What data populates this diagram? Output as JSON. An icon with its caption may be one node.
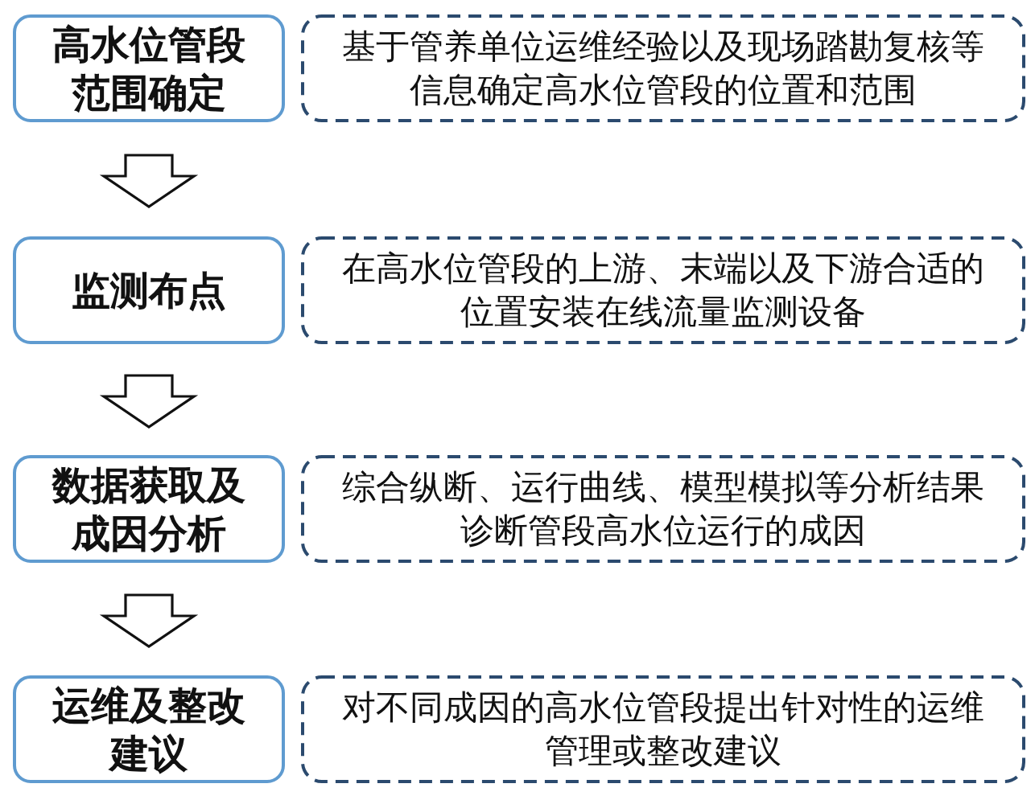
{
  "diagram": {
    "nodes": [
      {
        "text": [
          "高水位管段范围确定"
        ]
      },
      {
        "text": [
          "基于管养单位运维经验以及现场踏勘复核等信息确定高水位管段的位置和范围"
        ]
      },
      {
        "text": [
          "监测布点"
        ]
      },
      {
        "text": [
          "在高水位管段的上游、末端以及下游合适的位置安装在线流量监测设备"
        ]
      },
      {
        "text": [
          "数据获取及成因分析"
        ]
      },
      {
        "text": [
          "综合纵断、运行曲线、模型模拟等分析结果诊断管段高水位运行的成因"
        ]
      },
      {
        "text": [
          "运维及整改建议"
        ]
      },
      {
        "text": [
          "对不同成因的高水位管段提出针对性的运维管理或整改建议"
        ]
      }
    ],
    "edges": [
      {
        "from": 0,
        "to": 2,
        "arrow": "to"
      },
      {
        "from": 2,
        "to": 4,
        "arrow": "to"
      },
      {
        "from": 4,
        "to": 6,
        "arrow": "to"
      }
    ]
  }
}
